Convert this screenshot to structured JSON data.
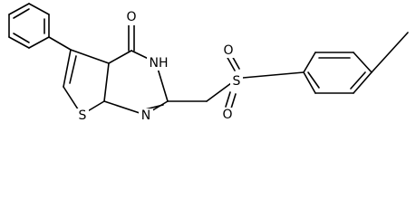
{
  "molecule": {
    "atom_labels": {
      "carbonyl_oxygen": "O",
      "ring_nh": "NH",
      "ring_n": "N",
      "thiophene_s": "S",
      "sulfonyl_s": "S",
      "sulfonyl_o_top": "O",
      "sulfonyl_o_bottom": "O"
    },
    "colors": {
      "bond": "#000000",
      "background": "#ffffff"
    }
  }
}
